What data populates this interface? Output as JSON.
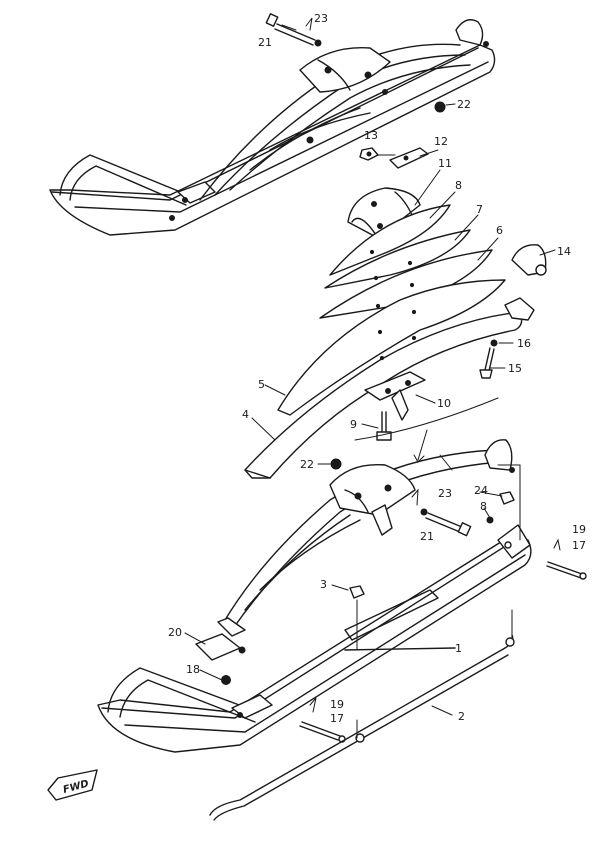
{
  "labels": {
    "p1": "1",
    "p2": "2",
    "p3": "3",
    "p4": "4",
    "p5": "5",
    "p6": "6",
    "p7": "7",
    "p8": "8",
    "p9": "9",
    "p10": "10",
    "p11": "11",
    "p12": "12",
    "p13": "13",
    "p14": "14",
    "p15": "15",
    "p16": "16",
    "p17a": "17",
    "p17b": "17",
    "p18": "18",
    "p19a": "19",
    "p19b": "19",
    "p20": "20",
    "p21a": "21",
    "p21b": "21",
    "p22a": "22",
    "p22b": "22",
    "p23a": "23",
    "p23b": "23",
    "p24": "24"
  },
  "direction_badge": "FWD",
  "colors": {
    "ink": "#1a1a1a",
    "paper": "#ffffff"
  }
}
